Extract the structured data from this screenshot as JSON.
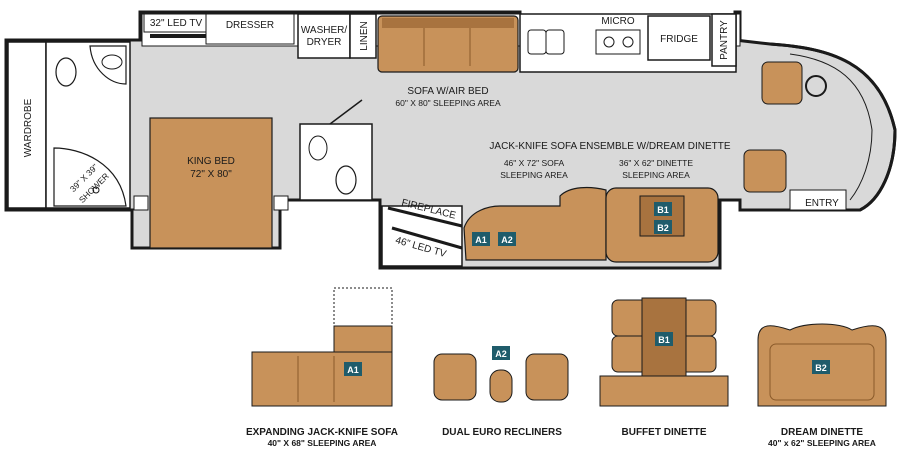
{
  "colors": {
    "floor": "#d9d9d9",
    "wall": "#1a1a1a",
    "furniture": "#c8925a",
    "furniture_dark": "#a8733f",
    "badge": "#1f5c6b",
    "white": "#ffffff"
  },
  "floorplan": {
    "led_tv_32": "32\" LED TV",
    "dresser": "DRESSER",
    "washer_dryer": [
      "WASHER/",
      "DRYER"
    ],
    "linen": "LINEN",
    "micro": "MICRO",
    "fridge": "FRIDGE",
    "pantry": "PANTRY",
    "sofa_air_bed": "SOFA W/AIR BED",
    "sofa_area": "60\" X 80\" SLEEPING AREA",
    "wardrobe": "WARDROBE",
    "king_bed": "KING BED",
    "king_bed_size": "72\" X 80\"",
    "shower": [
      "39\" X 39\"",
      "SHOWER"
    ],
    "jack_knife_ensemble": "JACK-KNIFE SOFA ENSEMBLE W/DREAM DINETTE",
    "jk_sofa_area": [
      "46\" X 72\" SOFA",
      "SLEEPING AREA"
    ],
    "dinette_area": [
      "36\" X 62\" DINETTE",
      "SLEEPING AREA"
    ],
    "fireplace": "FIREPLACE",
    "led_tv_46": "46\" LED TV",
    "entry": "ENTRY"
  },
  "badges": {
    "a1": "A1",
    "a2": "A2",
    "b1": "B1",
    "b2": "B2"
  },
  "options": [
    {
      "title": "EXPANDING JACK-KNIFE SOFA",
      "sub": "40\" X 68\" SLEEPING AREA",
      "badge": "A1"
    },
    {
      "title": "DUAL EURO RECLINERS",
      "sub": "",
      "badge": "A2"
    },
    {
      "title": "BUFFET DINETTE",
      "sub": "",
      "badge": "B1"
    },
    {
      "title": "DREAM DINETTE",
      "sub": "40\" x 62\" SLEEPING AREA",
      "badge": "B2"
    }
  ]
}
